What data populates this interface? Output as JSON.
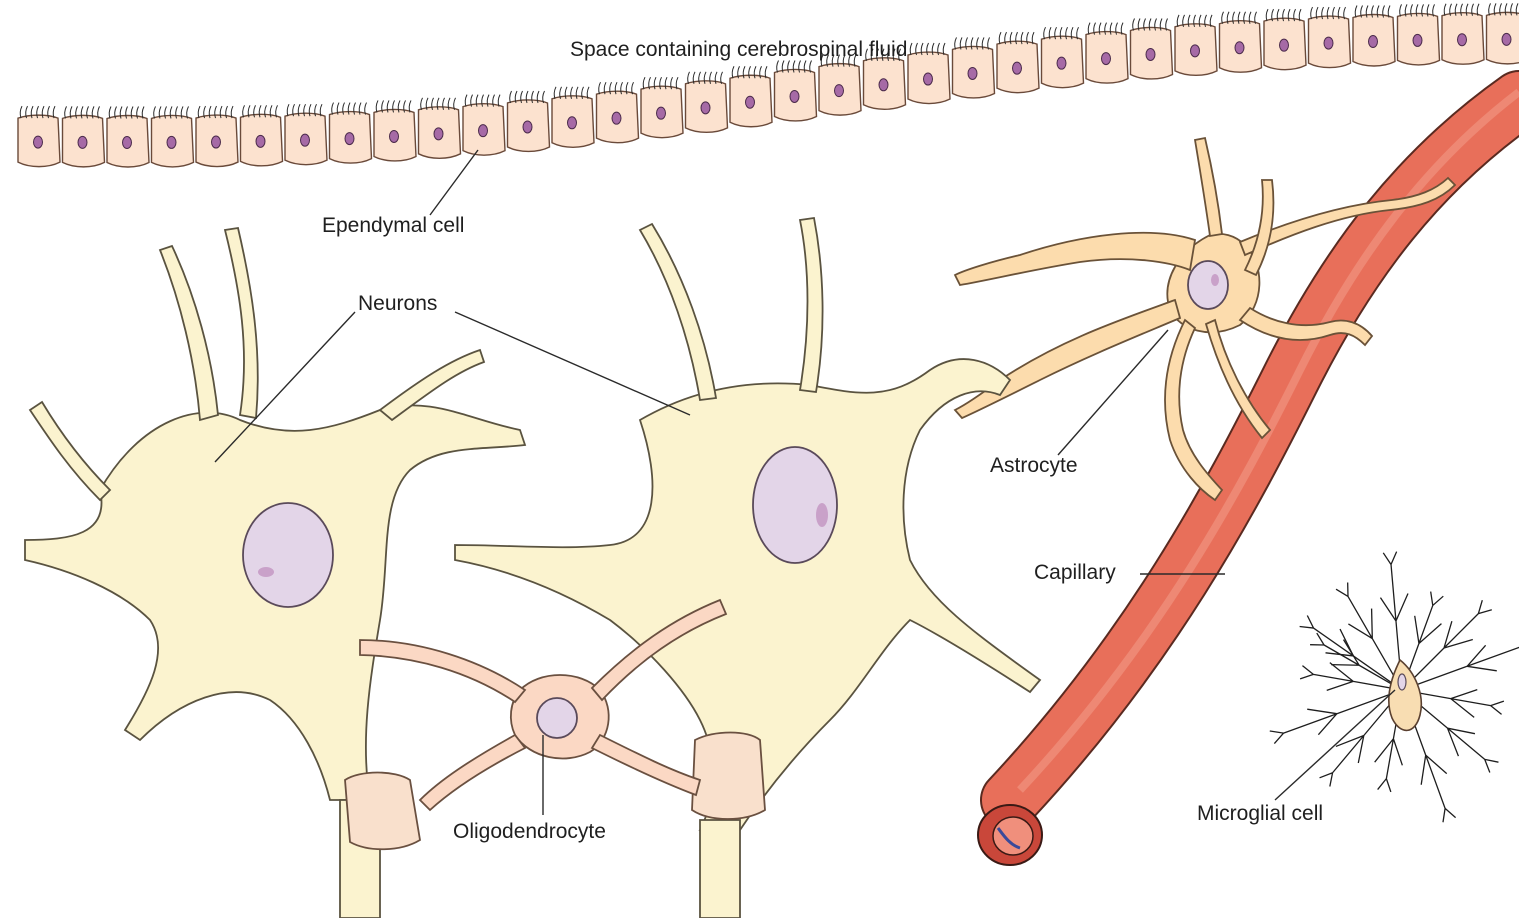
{
  "labels": {
    "csf": "Space containing cerebrospinal fluid",
    "ependymal": "Ependymal cell",
    "neurons": "Neurons",
    "astrocyte": "Astrocyte",
    "capillary": "Capillary",
    "microglial": "Microglial cell",
    "oligodendrocyte": "Oligodendrocyte"
  },
  "colors": {
    "neuron_fill": "#fbf3cf",
    "neuron_stroke": "#5a5340",
    "nucleus": "#e3d5e8",
    "nucleolus": "#c9a1c9",
    "ependymal_fill": "#fce2cf",
    "ependymal_nucleus": "#a66aa6",
    "astrocyte_fill": "#fcdcad",
    "capillary_fill": "#e86f5a",
    "capillary_dark": "#c9473a",
    "oligo_fill": "#fbd8c4",
    "myelin": "#f9e0cc",
    "microglia_fill": "#f8ddb2",
    "line": "#2a2a2a"
  }
}
